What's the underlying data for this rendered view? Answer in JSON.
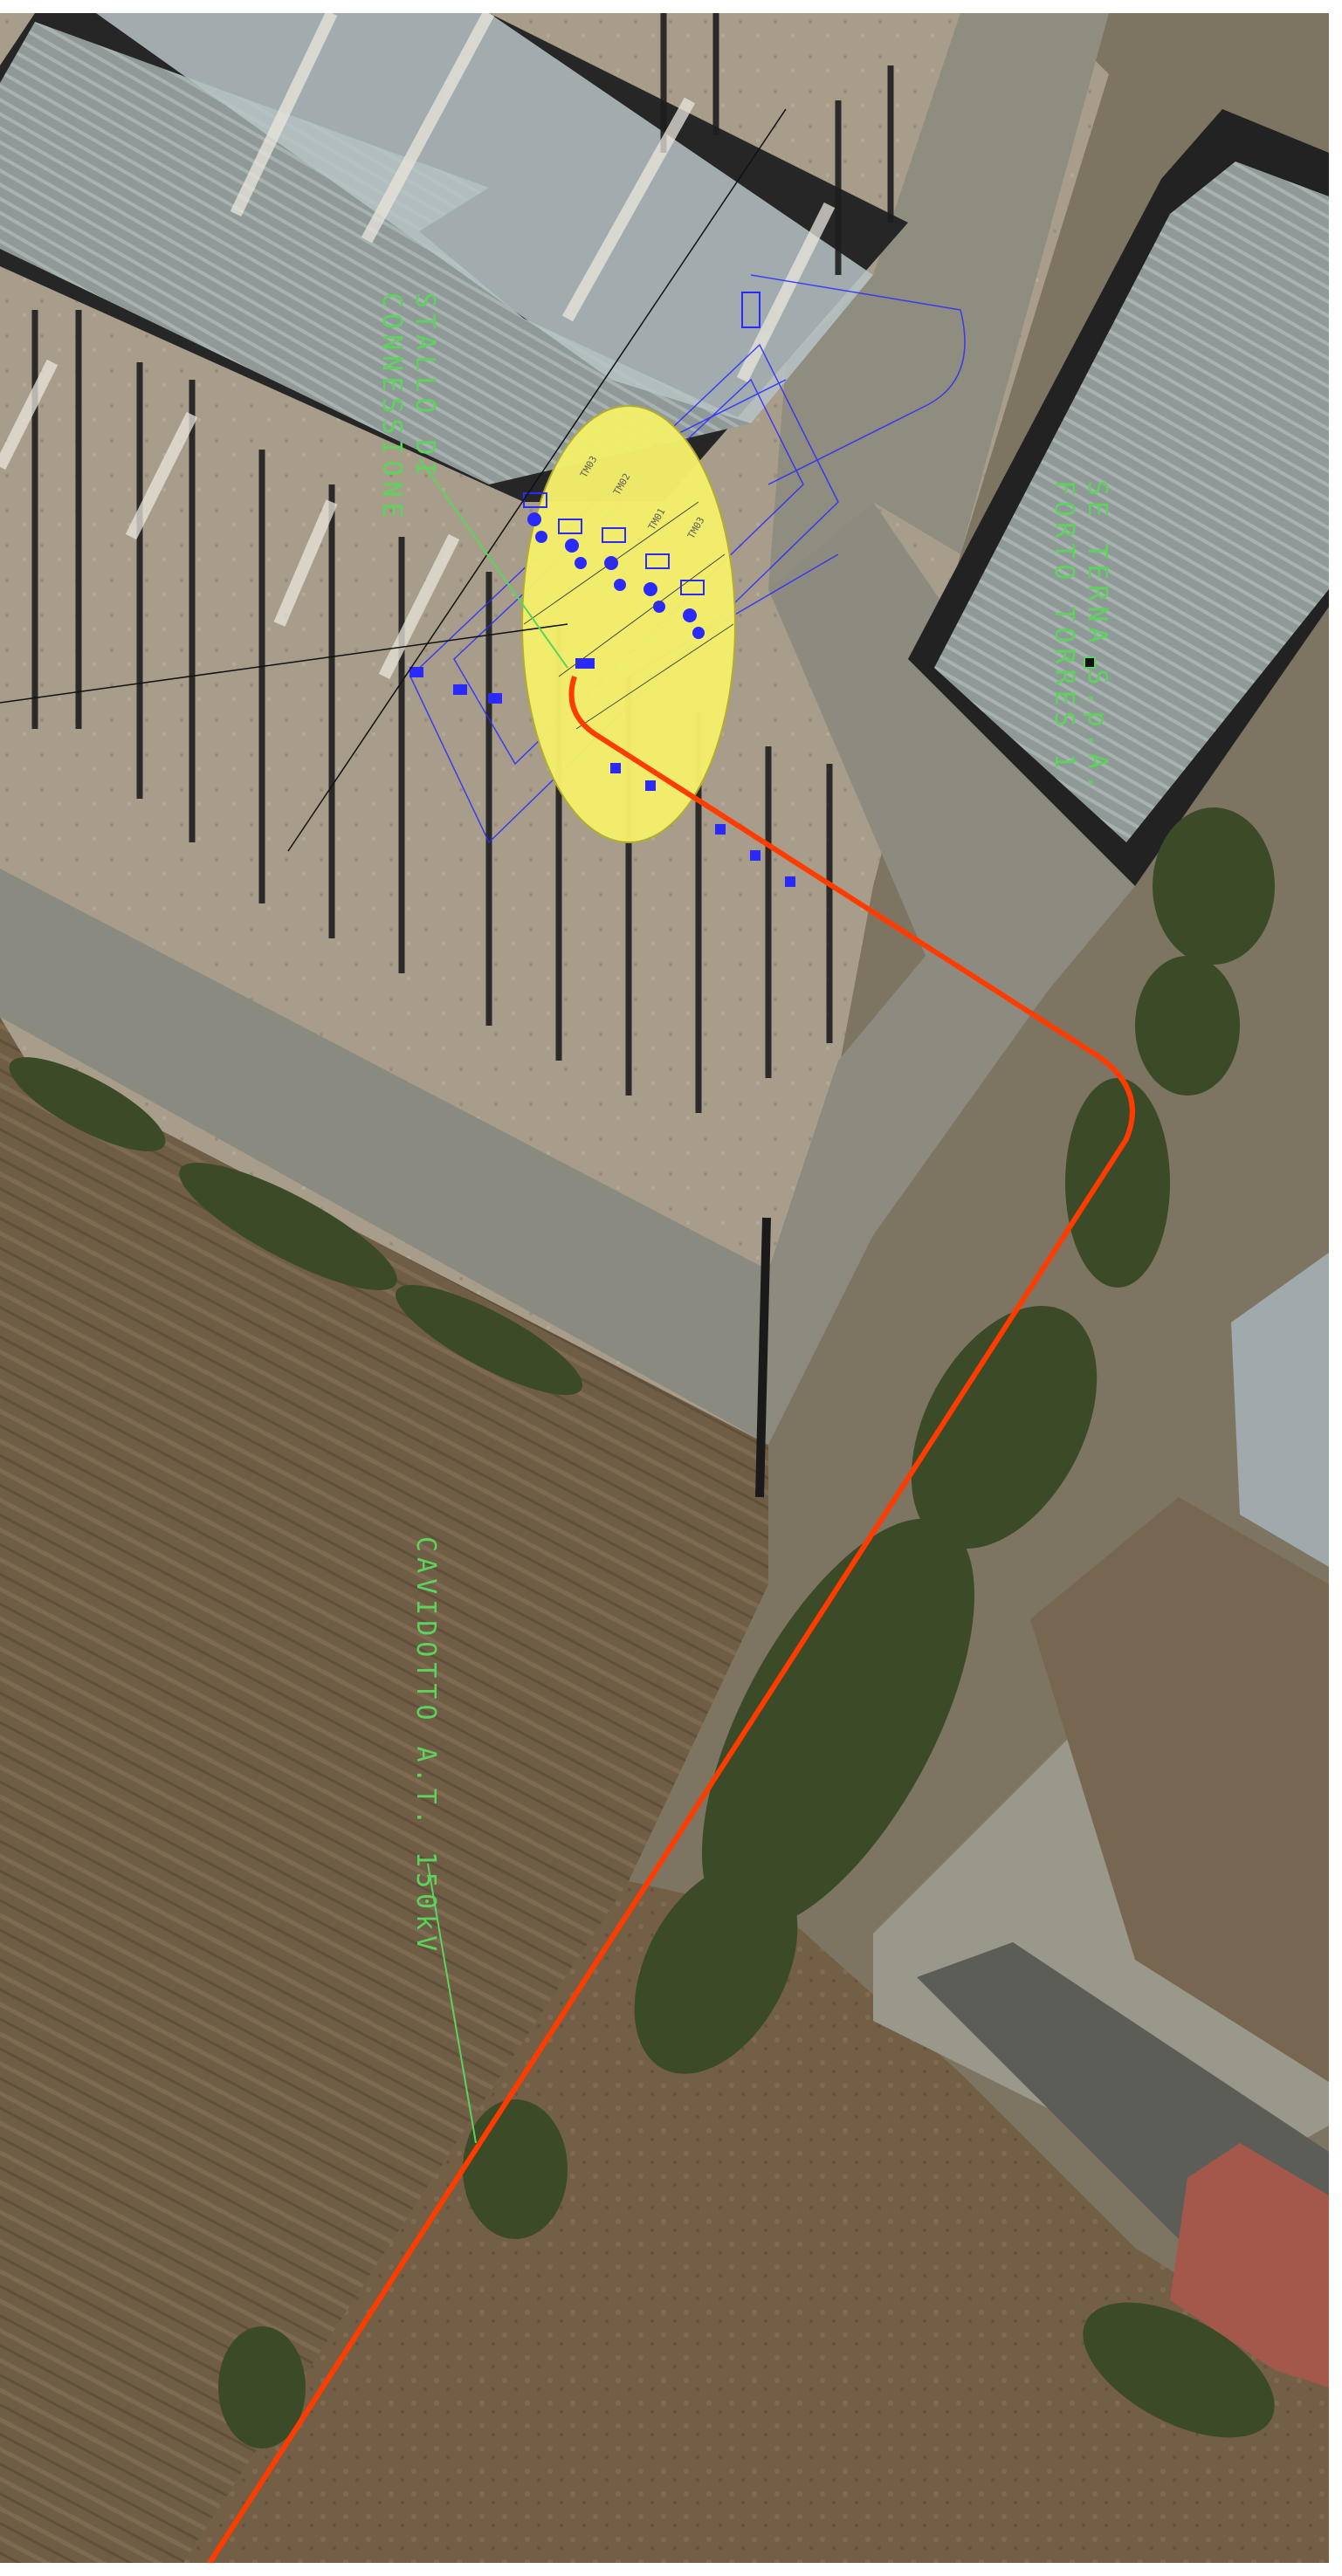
{
  "labels": {
    "stallo_line1": "STALLO DI",
    "stallo_line2": "CONNESSIONE",
    "se_line1": "SE TERNA S.p.A.",
    "se_line2": "FORTO TORRES 1",
    "cavidotto": "CAVIDOTTO A.T. 150kV"
  },
  "bay_codes": [
    "TM03",
    "TM02",
    "TM01",
    "TM03"
  ],
  "colors": {
    "cable_route": "#ff3c00",
    "highlight_fill": "#f4ef6a",
    "cad_text": "#5dd35d",
    "cad_equipment": "#2a2aff",
    "field": "#6e5c45",
    "pavement": "#8a8a7e",
    "vegetation": "#3d4d28",
    "roof": "#a9b6bb"
  },
  "icons": [
    "cable-route",
    "connection-bay-highlight",
    "leader-line",
    "substation-equipment"
  ]
}
